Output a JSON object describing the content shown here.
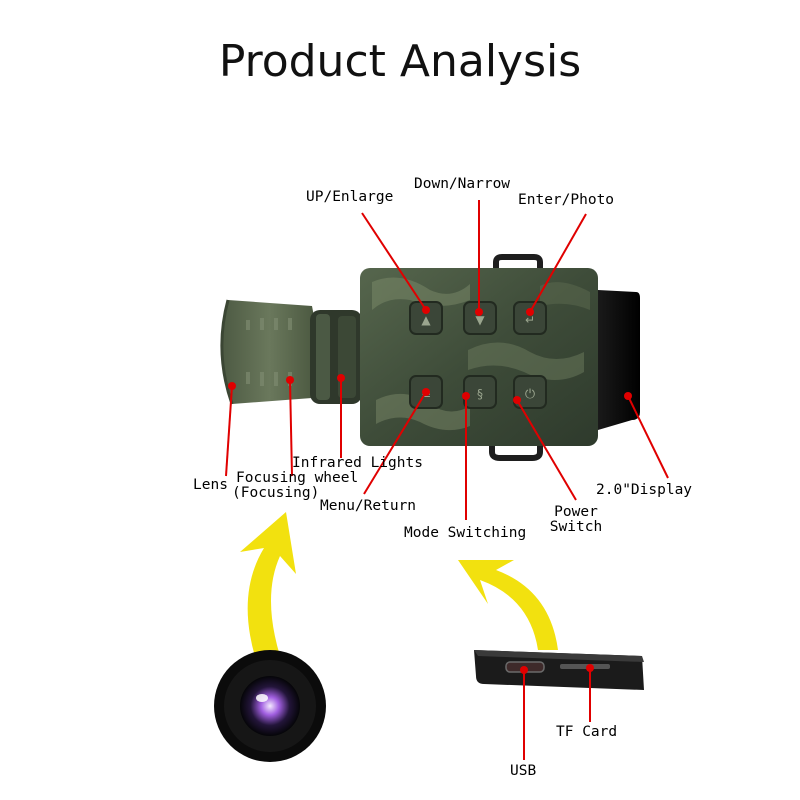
{
  "title": "Product Analysis",
  "labels": {
    "up_enlarge": "UP/Enlarge",
    "down_narrow": "Down/Narrow",
    "enter_photo": "Enter/Photo",
    "lens": "Lens",
    "focusing_wheel": "Focusing wheel",
    "focusing": "(Focusing)",
    "infrared_lights": "Infrared Lights",
    "menu_return": "Menu/Return",
    "mode_switching": "Mode Switching",
    "power": "Power",
    "switch": "Switch",
    "display": "2.0\"Display",
    "tf_card": "TF Card",
    "usb": "USB"
  },
  "colors": {
    "leader_line": "#e00000",
    "arrow": "#f2e10f",
    "body_camo": "#4a5a44",
    "eyepiece": "#5d6b52",
    "text": "#000000"
  },
  "icons": [
    "up-arrow-icon",
    "down-arrow-icon",
    "enter-arrow-icon",
    "menu-icon",
    "mode-icon",
    "power-icon"
  ]
}
